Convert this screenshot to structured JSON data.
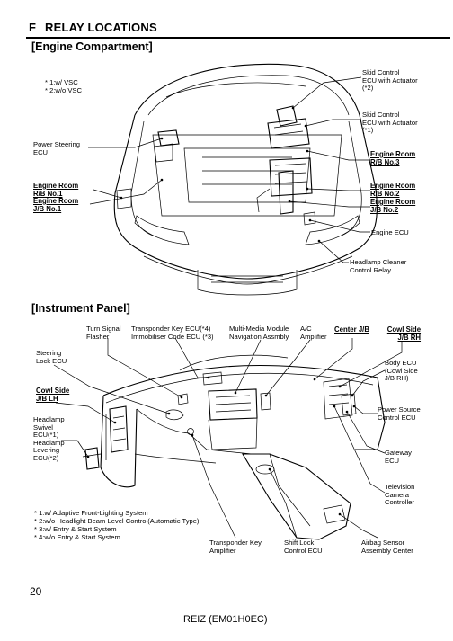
{
  "header": {
    "letter": "F",
    "title": "RELAY LOCATIONS"
  },
  "engine": {
    "title": "[Engine Compartment]",
    "footnotes": [
      "* 1:w/ VSC",
      "* 2:w/o VSC"
    ],
    "labels": {
      "skid_ecu_2": "Skid Control\nECU with Actuator\n(*2)",
      "skid_ecu_1": "Skid Control\nECU with Actuator\n(*1)",
      "power_steering": "Power Steering\nECU",
      "er_rb1": "Engine Room\nR/B No.1",
      "er_jb1": "Engine Room\nJ/B No.1",
      "er_rb3": "Engine Room\nR/B No.3",
      "er_rb2": "Engine Room\nR/B No.2",
      "er_jb2": "Engine Room\nJ/B No.2",
      "engine_ecu": "Engine ECU",
      "headlamp_cleaner": "Headlamp Cleaner\nControl Relay"
    }
  },
  "instrument": {
    "title": "[Instrument Panel]",
    "labels": {
      "turn_signal": "Turn Signal\nFlasher",
      "transponder_key_ecu": "Transponder Key ECU(*4)\nImmobiliser Code ECU (*3)",
      "multimedia": "Multi-Media Module\nNavigation Assmbly",
      "ac_amp": "A/C\nAmplifier",
      "center_jb": "Center J/B",
      "cowl_rh": "Cowl Side\nJ/B RH",
      "steering_lock": "Steering\nLock ECU",
      "cowl_lh": "Cowl Side\nJ/B LH",
      "body_ecu": "Body ECU\n(Cowl Side\nJ/B RH)",
      "power_source": "Power Source\nControl ECU",
      "headlamp_swivel": "Headlamp\nSwivel\nECU(*1)\nHeadlamp\nLevering\nECU(*2)",
      "gateway": "Gateway\nECU",
      "tv_camera": "Television\nCamera\nController",
      "transponder_amp": "Transponder Key\nAmplifier",
      "shift_lock": "Shift Lock\nControl ECU",
      "airbag": "Airbag Sensor\nAssembly Center"
    },
    "footnotes": [
      "* 1:w/ Adaptive Front-Lighting System",
      "* 2:w/o Headlight Beam Level Control(Automatic Type)",
      "* 3:w/ Entry & Start System",
      "* 4:w/o Entry & Start System"
    ]
  },
  "footer": {
    "page_number": "20",
    "doc_code": "REIZ (EM01H0EC)"
  }
}
